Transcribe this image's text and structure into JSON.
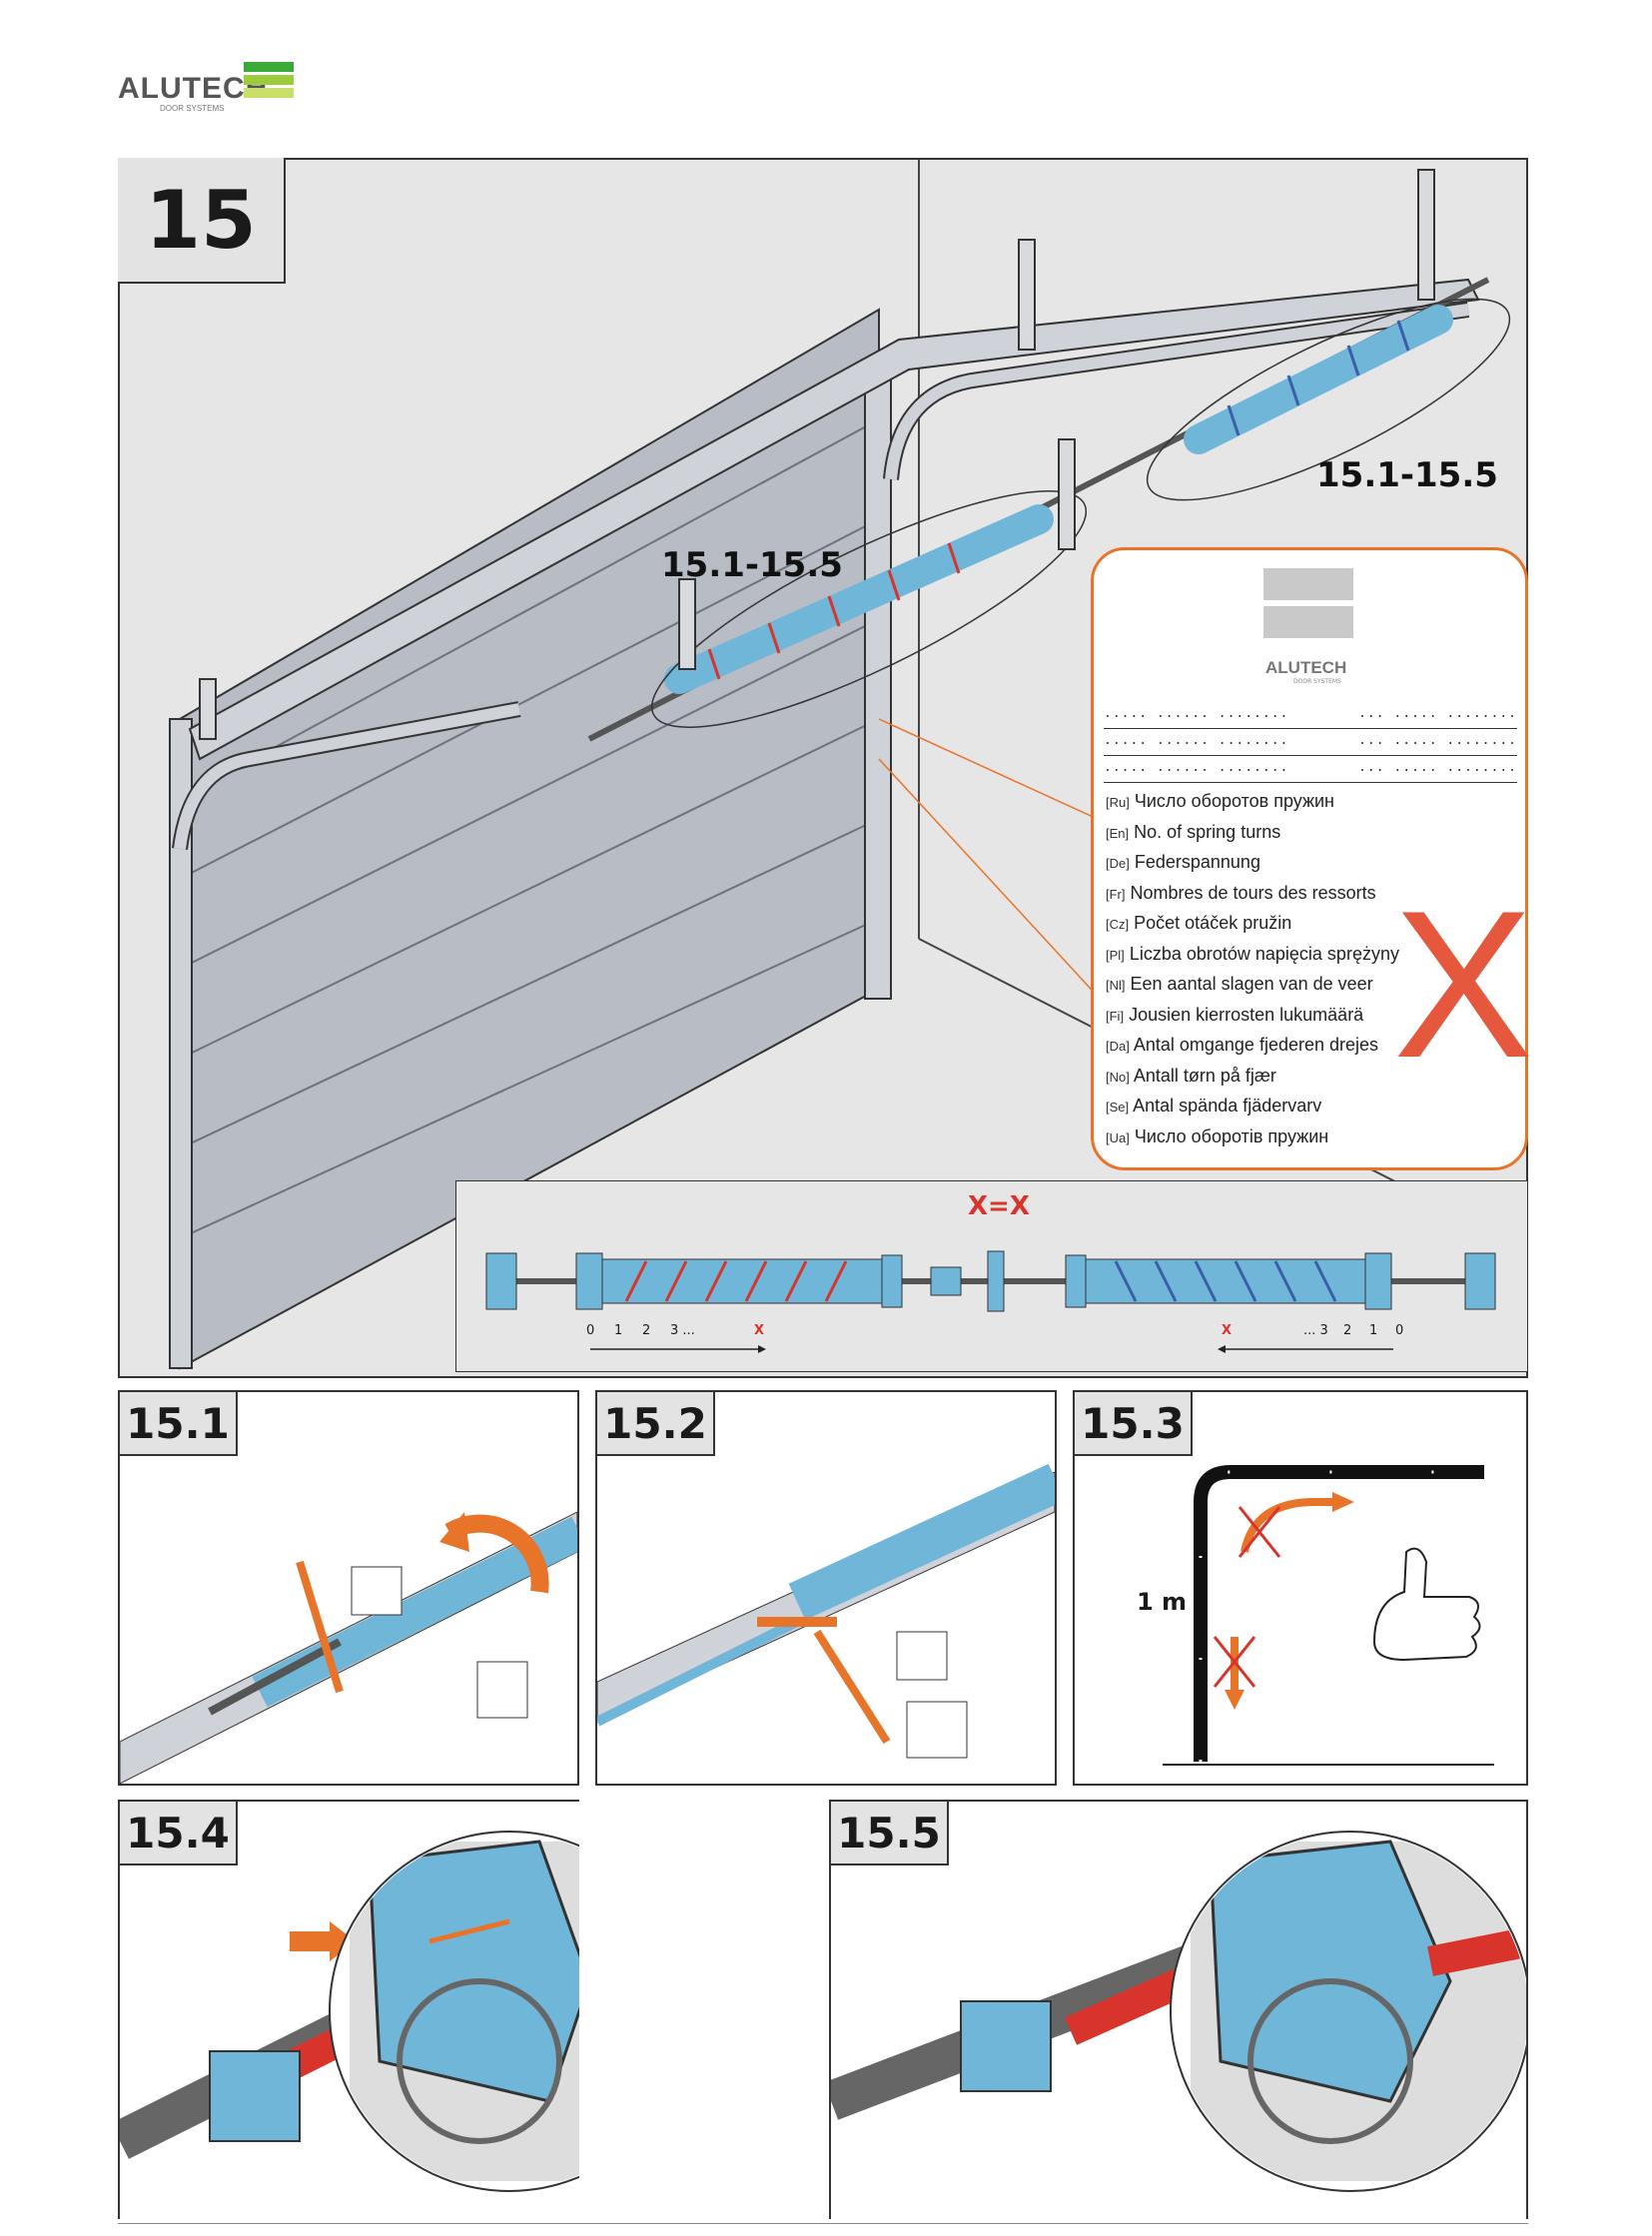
{
  "brand": {
    "name": "ALUTECH",
    "subtitle": "DOOR SYSTEMS",
    "colors": {
      "bar1": "#3aa935",
      "bar2": "#9ccb3b",
      "bar3": "#c8e06a"
    }
  },
  "step": {
    "number": "15",
    "callouts": [
      "15.1-15.5",
      "15.1-15.5"
    ]
  },
  "spring_label": {
    "brand": "ALUTECH",
    "brand_sub": "DOOR SYSTEMS",
    "dot_rows": [
      {
        "left": "..... ...... ........",
        "right": "... ..... ........"
      },
      {
        "left": "..... ...... ........",
        "right": "... ..... ........"
      },
      {
        "left": "..... ...... ........",
        "right": "... ..... ........"
      }
    ],
    "languages": [
      {
        "code": "[Ru]",
        "text": "Число оборотов пружин"
      },
      {
        "code": "[En]",
        "text": "No. of spring turns"
      },
      {
        "code": "[De]",
        "text": "Federspannung"
      },
      {
        "code": "[Fr]",
        "text": "Nombres de tours des ressorts"
      },
      {
        "code": "[Cz]",
        "text": "Počet otáček pružin"
      },
      {
        "code": "[Pl]",
        "text": "Liczba obrotów napięcia sprężyny"
      },
      {
        "code": "[Nl]",
        "text": "Een aantal slagen van de veer"
      },
      {
        "code": "[Fi]",
        "text": "Jousien kierrosten lukumäärä"
      },
      {
        "code": "[Da]",
        "text": "Antal omgange fjederen drejes"
      },
      {
        "code": "[No]",
        "text": "Antall tørn på fjær"
      },
      {
        "code": "[Se]",
        "text": "Antal spända fjädervarv"
      },
      {
        "code": "[Ua]",
        "text": "Число оборотів пружин"
      }
    ],
    "mark": "X"
  },
  "equation": {
    "text": "X=X",
    "left_scale": [
      "0",
      "1",
      "2",
      "3 ...",
      "X"
    ],
    "right_scale": [
      "X",
      "... 3",
      "2",
      "1",
      "0"
    ]
  },
  "substeps": [
    {
      "label": "15.1"
    },
    {
      "label": "15.2"
    },
    {
      "label": "15.3",
      "height_label": "1 m"
    },
    {
      "label": "15.4"
    },
    {
      "label": "15.5"
    }
  ],
  "colors": {
    "accent": "#e8742a",
    "spring_blue": "#6fb6d9",
    "red": "#d9342b",
    "panel_gray": "#b8bcc4"
  }
}
